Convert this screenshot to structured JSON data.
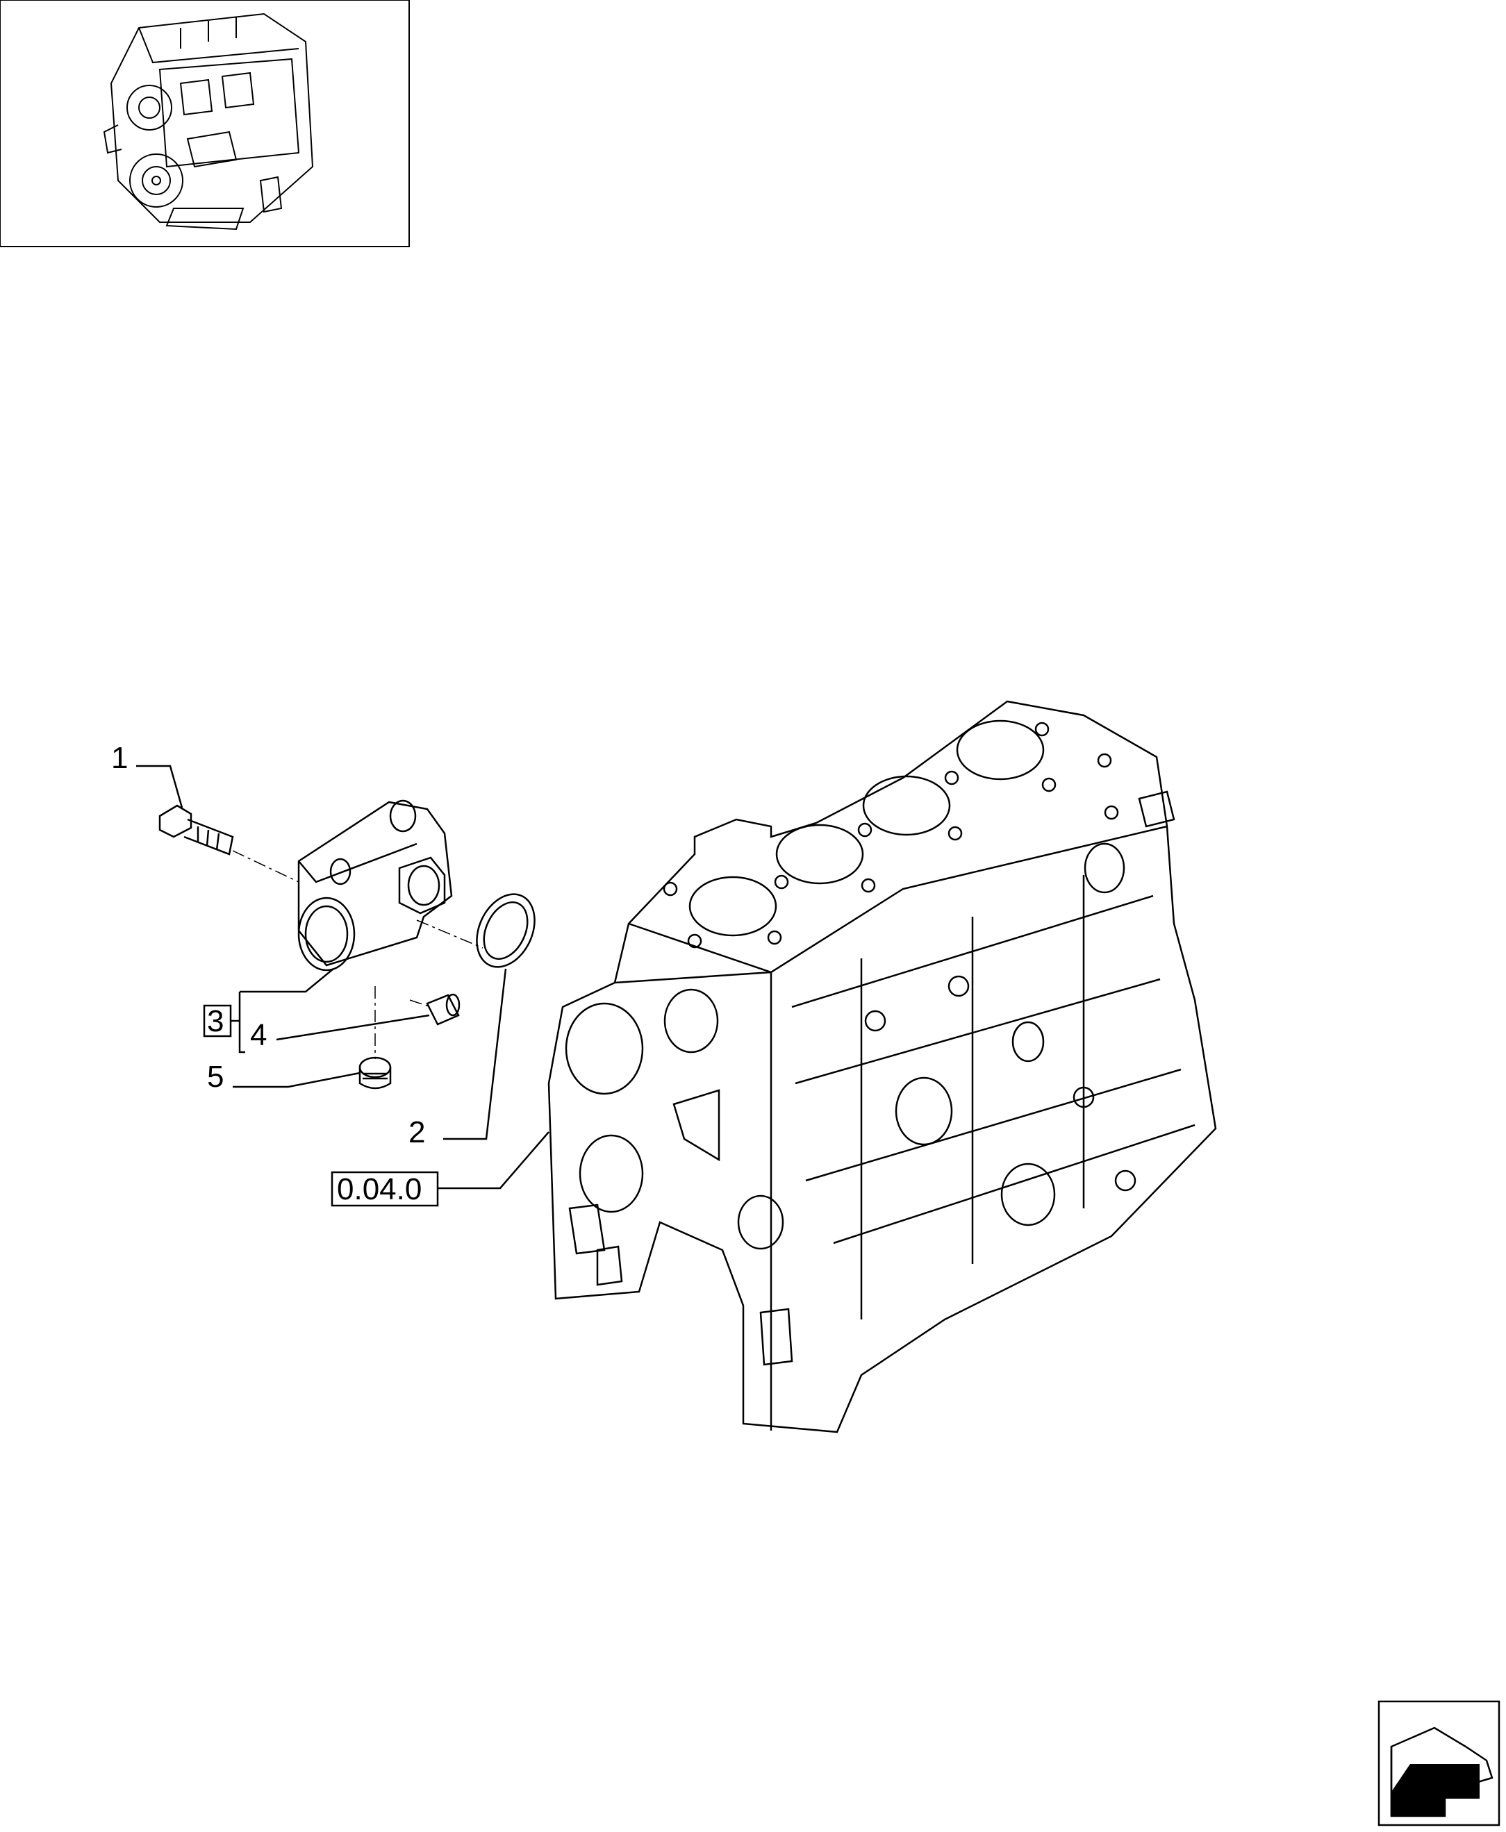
{
  "callouts": {
    "c1": "1",
    "c2": "2",
    "c3": "3",
    "c4": "4",
    "c5": "5",
    "ref": "0.04.0"
  },
  "icons": {
    "thumbnail": "engine-thumbnail-icon",
    "navigation": "next-page-arrow-icon"
  },
  "colors": {
    "line": "#000000",
    "background": "#ffffff"
  }
}
